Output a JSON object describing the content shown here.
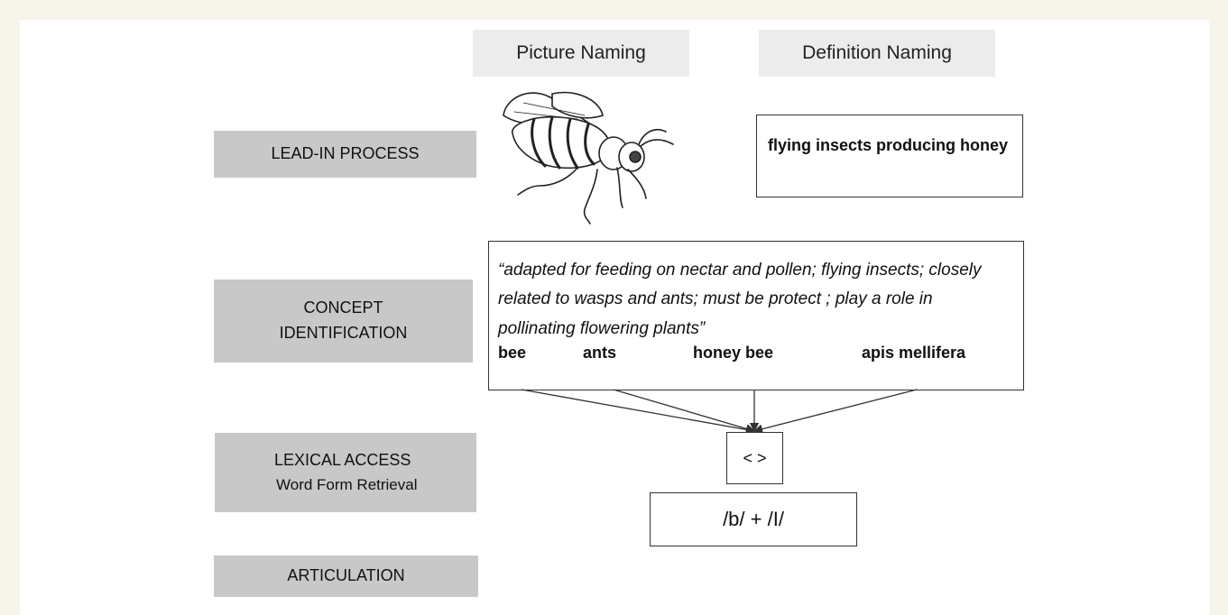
{
  "columns": {
    "picture_naming": "Picture Naming",
    "definition_naming": "Definition Naming"
  },
  "stages": {
    "lead_in": "LEAD-IN PROCESS",
    "concept_line1": "CONCEPT",
    "concept_line2": "IDENTIFICATION",
    "lexical_line1": "LEXICAL ACCESS",
    "lexical_line2": "Word Form Retrieval",
    "articulation": "ARTICULATION"
  },
  "picture": {
    "icon": "bee-icon"
  },
  "definition_text": "flying insects producing honey",
  "concept": {
    "quote": "“adapted for feeding on nectar and pollen; flying insects;  closely related to wasps and ants; must be protect ; play a role in pollinating flowering plants”",
    "words": [
      "bee",
      "ants",
      "honey bee",
      "apis mellifera"
    ]
  },
  "lemma": "< >",
  "phonemes": "/b/ + /I/"
}
